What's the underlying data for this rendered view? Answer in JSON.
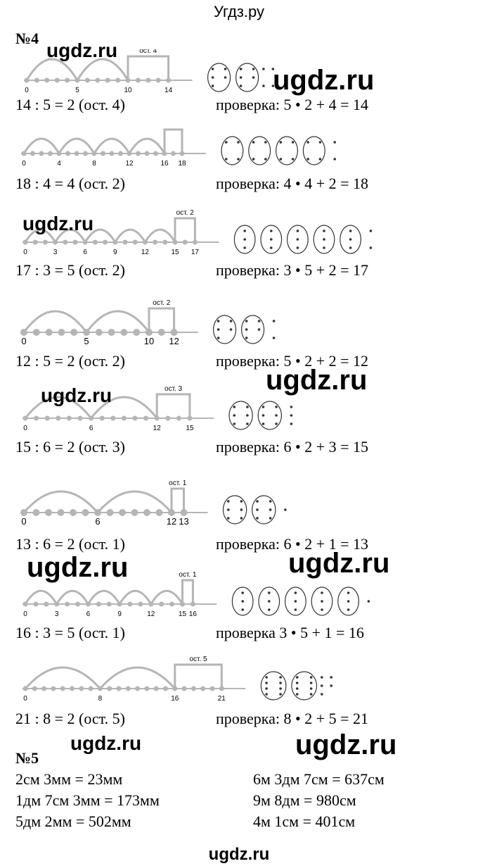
{
  "site_title": "Угдз.ру",
  "watermark": "ugdz.ru",
  "footer": "ugdz.ru",
  "task4": {
    "heading": "№4",
    "remainder_prefix": "ост.",
    "exercises": [
      {
        "end": 14,
        "step": 5,
        "labels": [
          0,
          5,
          10,
          14
        ],
        "equation": "14 : 5 = 2 (ост. 4)",
        "check": "проверка: 5 • 2 + 4 = 14"
      },
      {
        "end": 18,
        "step": 4,
        "labels": [
          0,
          4,
          8,
          12,
          16,
          18
        ],
        "equation": "18 : 4 = 4 (ост. 2)",
        "check": "проверка: 4 • 4 + 2 = 18"
      },
      {
        "end": 17,
        "step": 3,
        "labels": [
          0,
          3,
          6,
          9,
          12,
          15,
          17
        ],
        "equation": "17 : 3 = 5 (ост. 2)",
        "check": "проверка: 3 • 5 + 2 = 17"
      },
      {
        "end": 12,
        "step": 5,
        "labels": [
          0,
          5,
          10,
          12
        ],
        "equation": "12 : 5 = 2 (ост. 2)",
        "check": "проверка: 5 • 2 + 2 = 12"
      },
      {
        "end": 15,
        "step": 6,
        "labels": [
          0,
          6,
          12,
          15
        ],
        "equation": "15 : 6 = 2 (ост. 3)",
        "check": "проверка: 6 • 2 + 3 = 15"
      },
      {
        "end": 13,
        "step": 6,
        "labels": [
          0,
          6,
          12,
          13
        ],
        "equation": "13 : 6 = 2 (ост. 1)",
        "check": "проверка: 6 • 2 + 1 = 13"
      },
      {
        "end": 16,
        "step": 3,
        "labels": [
          0,
          3,
          6,
          9,
          12,
          15,
          16
        ],
        "equation": "16 : 3 = 5 (ост. 1)",
        "check": "проверка 3 • 5 + 1 = 16"
      },
      {
        "end": 21,
        "step": 8,
        "labels": [
          0,
          8,
          16,
          21
        ],
        "equation": "21 : 8 = 2 (ост. 5)",
        "check": "проверка: 8 • 2 + 5 = 21"
      }
    ]
  },
  "task5": {
    "heading": "№5",
    "left": [
      "2см 3мм = 23мм",
      "1дм 7см 3мм = 173мм",
      "5дм 2мм = 502мм"
    ],
    "right": [
      "6м 3дм 7см = 637см",
      "9м 8дм = 980см",
      "4м 1см = 401см"
    ]
  }
}
